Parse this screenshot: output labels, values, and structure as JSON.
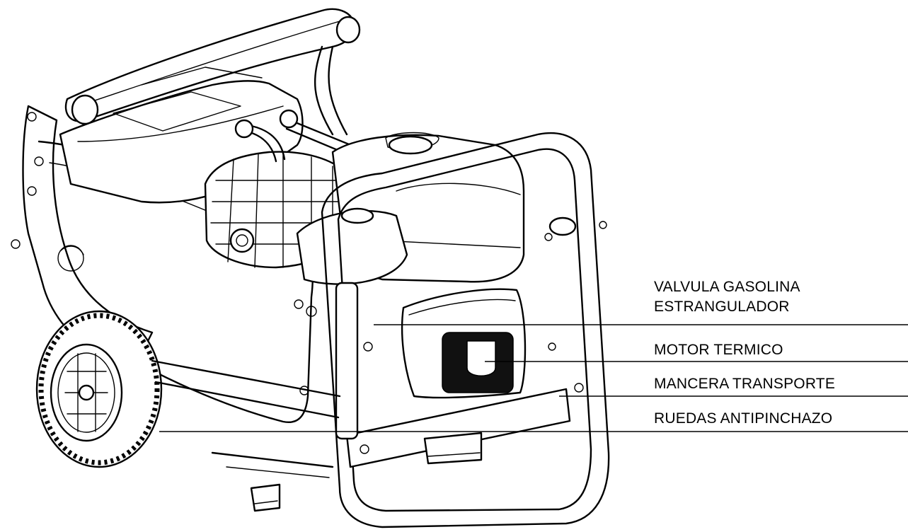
{
  "diagram": {
    "subject": "portable-generator-line-drawing",
    "labels": [
      {
        "id": "valvula",
        "text": "VALVULA GASOLINA"
      },
      {
        "id": "estrangulador",
        "text": "ESTRANGULADOR"
      },
      {
        "id": "motor",
        "text": "MOTOR TERMICO"
      },
      {
        "id": "mancera",
        "text": "MANCERA TRANSPORTE"
      },
      {
        "id": "ruedas",
        "text": "RUEDAS ANTIPINCHAZO"
      }
    ]
  }
}
